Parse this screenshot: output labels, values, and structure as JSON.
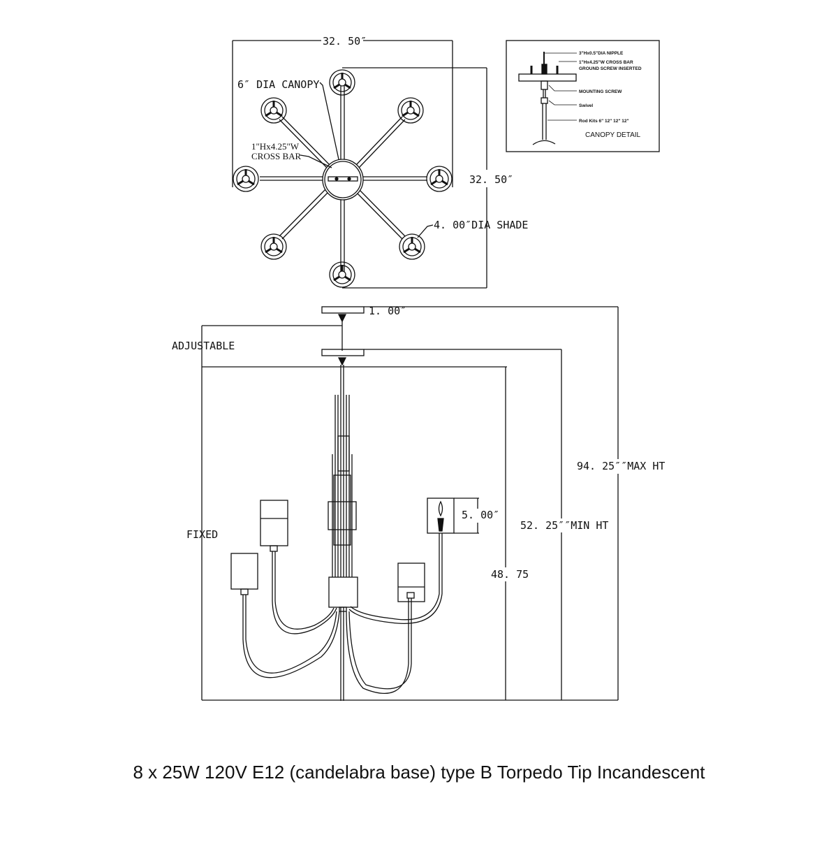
{
  "top_view": {
    "width_label": "32. 50″",
    "height_label": "32. 50″",
    "canopy_label": "6″ DIA CANOPY",
    "crossbar_label_line1": "1\"Hx4.25\"W",
    "crossbar_label_line2": "CROSS BAR",
    "shade_label": "4. 00″DIA SHADE"
  },
  "canopy_detail": {
    "title": "CANOPY DETAIL",
    "labels": [
      "3\"Hx0.5\"DIA NIPPLE",
      "1\"Hx4.25\"W CROSS BAR",
      "GROUND SCREW INSERTED",
      "MOUNTING SCREW",
      "Swivel",
      "Rod Kits 6\" 12\" 12\" 12\""
    ]
  },
  "side_view": {
    "canopy_height_label": "1. 00″",
    "adjustable_label": "ADJUSTABLE",
    "fixed_label": "FIXED",
    "shade_height_label": "5. 00″",
    "fixed_height_label": "48. 75",
    "min_height_label": "52. 25″″MIN HT",
    "max_height_label": "94. 25″″MAX HT"
  },
  "caption": "8 x 25W 120V E12 (candelabra base) type B Torpedo Tip Incandescent"
}
